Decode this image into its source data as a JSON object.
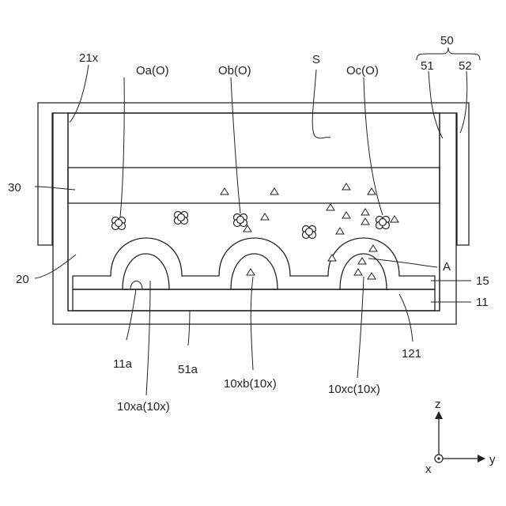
{
  "labels": {
    "group_50": "50",
    "part_51": "51",
    "part_52": "52",
    "part_21x": "21x",
    "particle_oa": "Oa(O)",
    "particle_ob": "Ob(O)",
    "particle_oc": "Oc(O)",
    "space_s": "S",
    "layer_30": "30",
    "region_20": "20",
    "region_a": "A",
    "layer_15": "15",
    "layer_11": "11",
    "part_121": "121",
    "hole_11a": "11a",
    "surface_51a": "51a",
    "cell_10xa": "10xa(10x)",
    "cell_10xb": "10xb(10x)",
    "cell_10xc": "10xc(10x)"
  },
  "axes": {
    "z": "z",
    "y": "y",
    "x": "x"
  }
}
